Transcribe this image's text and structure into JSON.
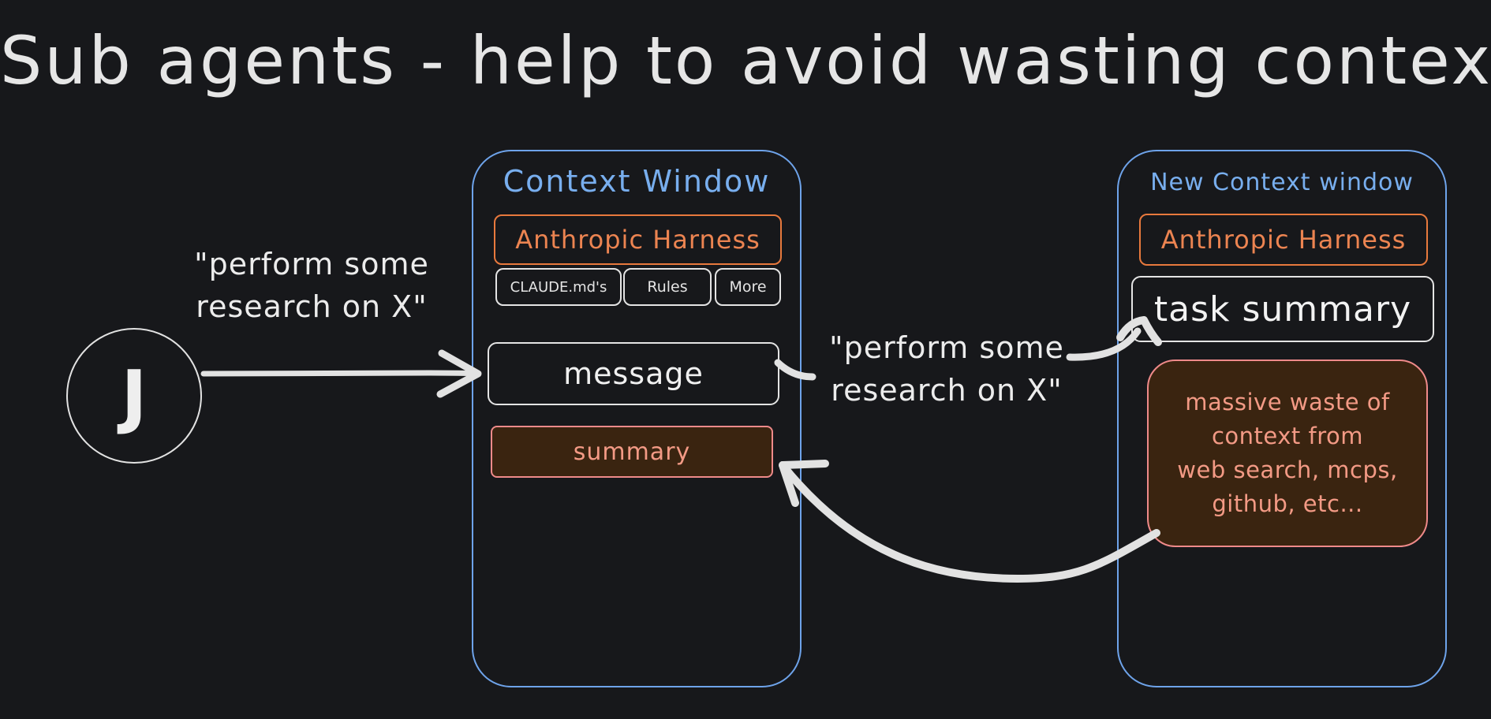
{
  "title": "Sub agents - help to avoid wasting context",
  "user": {
    "initial": "J"
  },
  "user_prompt": {
    "line1": "\"perform some",
    "line2": "research on X\""
  },
  "context_window": {
    "title": "Context Window",
    "harness": "Anthropic Harness",
    "items": [
      "CLAUDE.md's",
      "Rules",
      "More"
    ],
    "message": "message",
    "summary": "summary"
  },
  "subagent_prompt": {
    "line1": "\"perform some",
    "line2": "research on X\""
  },
  "new_context_window": {
    "title": "New Context window",
    "harness": "Anthropic Harness",
    "task": "task summary",
    "waste_lines": [
      "massive waste of",
      "context from",
      "web search, mcps,",
      "github, etc..."
    ]
  },
  "colors": {
    "background": "#17181b",
    "window_border": "#6ea3ea",
    "harness": "#e8793d",
    "summary_fill": "#3a2410",
    "summary_border": "#ef8a8a",
    "ink": "#e6e6e6"
  }
}
